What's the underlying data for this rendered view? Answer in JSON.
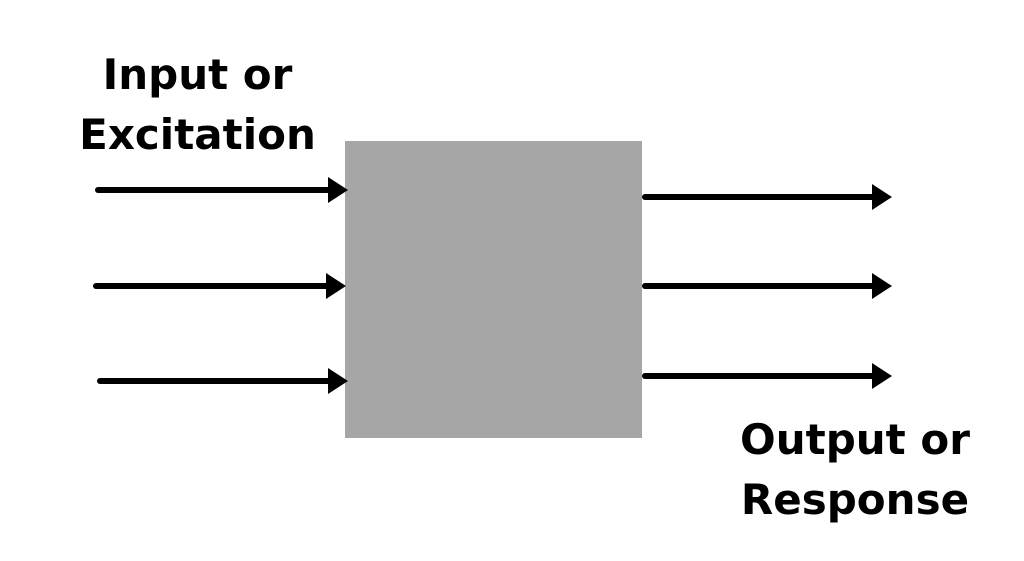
{
  "diagram": {
    "input_label": {
      "line1": "Input or",
      "line2": "Excitation"
    },
    "output_label": {
      "line1": "Output or",
      "line2": "Response"
    },
    "colors": {
      "background": "#ffffff",
      "box": "#a6a6a6",
      "arrow": "#000000",
      "text": "#000000"
    },
    "input_arrow_count": 3,
    "output_arrow_count": 3
  }
}
